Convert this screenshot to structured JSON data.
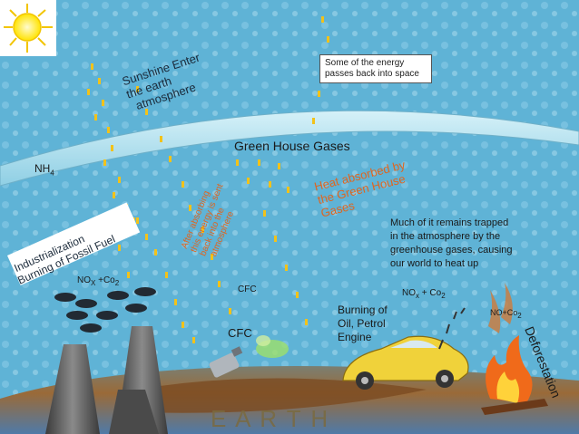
{
  "labels": {
    "sunshine_enter": "Sunshine Enter",
    "the_earth": "the earth",
    "atmosphere": "atmosphere",
    "space_note": "Some of the energy passes back into space",
    "green_house_gases": "Green House Gases",
    "nh4_base": "NH",
    "nh4_sub": "4",
    "after_absorbing_1": "After absorbing",
    "after_absorbing_2": "this energy is sent",
    "after_absorbing_3": "back into the",
    "after_absorbing_4": "atmosphere",
    "heat_1": "Heat absorbed by",
    "heat_2": "the Green House",
    "heat_3": "Gases",
    "trapped_1": "Much of it remains trapped",
    "trapped_2": "in the atmosphere by the",
    "trapped_3": "greenhouse gases, causing",
    "trapped_4": "our world to heat up",
    "industrialization": "Industrialization",
    "burning_fossil": "Burning of Fossil Fuel",
    "nox_left_base": "NO",
    "nox_left_sub": "X",
    "nox_left_rest": " +Co",
    "nox_left_sub2": "2",
    "cfc_small": "CFC",
    "cfc_big": "CFC",
    "burning_oil_1": "Burning of",
    "burning_oil_2": "Oil, Petrol",
    "burning_oil_3": "Engine",
    "nox_right_base": "NO",
    "nox_right_sub": "x",
    "nox_right_rest": " + Co",
    "nox_right_sub2": "2",
    "no_co2_base": "NO+Co",
    "no_co2_sub": "2",
    "deforestation": "Deforestation",
    "earth": "E A R T H"
  },
  "colors": {
    "background": "#5fb3d6",
    "arc": "#a7dcec",
    "sun": "#ffe300",
    "ray_dot": "#f2c21a",
    "orange_text": "#e0651f",
    "earth_brown": "#8a5a2a",
    "car": "#f0d23a",
    "factory": "#6b6b6b"
  }
}
